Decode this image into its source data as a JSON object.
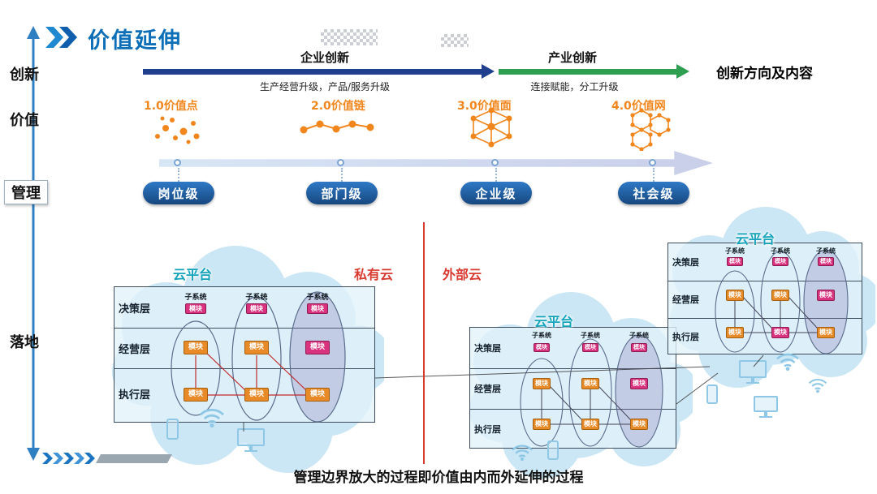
{
  "slide": {
    "title": "价值延伸",
    "caption": "管理边界放大的过程即价值由内而外延伸的过程"
  },
  "left_axis": {
    "items": [
      "创新",
      "价值",
      "管理",
      "落地"
    ]
  },
  "innovation_arrows": {
    "enterprise_label": "企业创新",
    "enterprise_subtitle": "生产经营升级，产品/服务升级",
    "industry_label": "产业创新",
    "industry_subtitle": "连接赋能，分工升级",
    "direction_label": "创新方向及内容"
  },
  "value_stages": [
    {
      "label": "1.0价值点"
    },
    {
      "label": "2.0价值链"
    },
    {
      "label": "3.0价值面"
    },
    {
      "label": "4.0价值网"
    }
  ],
  "management_levels": [
    {
      "label": "岗位级"
    },
    {
      "label": "部门级"
    },
    {
      "label": "企业级"
    },
    {
      "label": "社会级"
    }
  ],
  "cloud_section": {
    "platform_label": "云平台",
    "private_cloud_label": "私有云",
    "external_cloud_label": "外部云",
    "layer_labels": [
      "决策层",
      "经营层",
      "执行层"
    ],
    "subsystem_label": "子系统",
    "module_label": "模块"
  },
  "colors": {
    "title_blue": "#0d6fb8",
    "axis_blue": "#2f80c3",
    "enterprise_arrow": "#203f8f",
    "industry_arrow": "#2e9e50",
    "stage_orange": "#f0861c",
    "divider_red": "#d93a30",
    "pill_blue": "#16477f",
    "platform_teal": "#13a3bb",
    "module_orange": "#e88a28",
    "module_pink": "#d9327f"
  }
}
